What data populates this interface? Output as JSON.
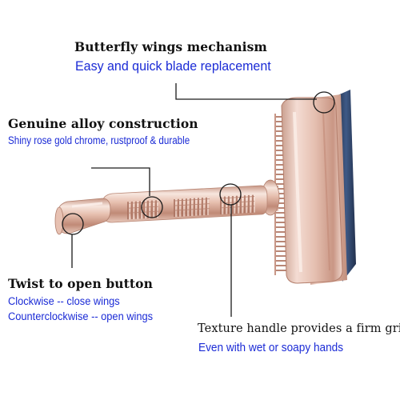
{
  "colors": {
    "title": "#111111",
    "subtitle": "#1b2bd6",
    "leader_line": "#1a1a1a",
    "rose_gold_light": "#f6e3dc",
    "rose_gold_mid": "#e2b8a8",
    "rose_gold_dark": "#b27c6a",
    "blade_blue": "#2b3a5c"
  },
  "callouts": {
    "mechanism": {
      "title": "Butterfly wings mechanism",
      "subtitle": "Easy and quick blade replacement"
    },
    "alloy": {
      "title": "Genuine alloy construction",
      "subtitle": "Shiny rose gold chrome, rustproof & durable"
    },
    "button": {
      "title": "Twist to open button",
      "line1": "Clockwise -- close wings",
      "line2": "Counterclockwise -- open wings"
    },
    "texture": {
      "title": "Texture handle provides a firm grip",
      "subtitle": "Even with wet or soapy hands"
    }
  }
}
